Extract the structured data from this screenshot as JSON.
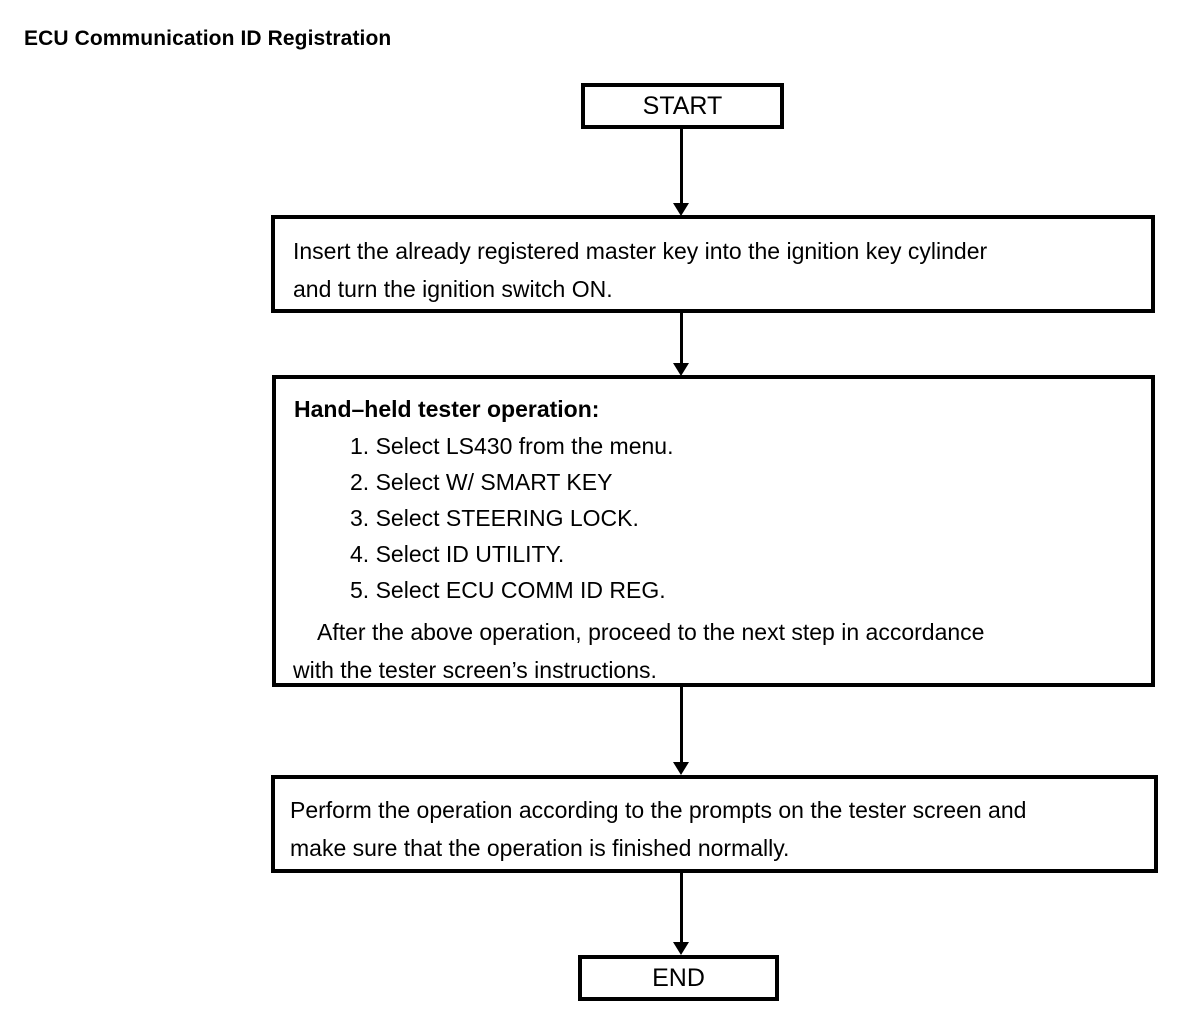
{
  "document": {
    "title": "ECU Communication ID Registration"
  },
  "flow": {
    "start": {
      "label": "START"
    },
    "step1": {
      "line1": "Insert the already registered master key into the ignition key cylinder",
      "line2": "and turn the ignition switch ON."
    },
    "step2": {
      "heading": "Hand–held tester operation:",
      "items": [
        "1. Select LS430 from the menu.",
        "2. Select W/ SMART KEY",
        "3. Select STEERING LOCK.",
        "4. Select ID UTILITY.",
        "5. Select ECU COMM ID REG."
      ],
      "after_line1": "After the above operation, proceed to the next step in accordance",
      "after_line2": "with the tester screen’s instructions."
    },
    "step3": {
      "line1": "Perform the operation according to the prompts on the tester screen and",
      "line2": "make sure that the operation is finished normally."
    },
    "end": {
      "label": "END"
    }
  },
  "style": {
    "ink": "#000000",
    "paper": "#ffffff"
  }
}
